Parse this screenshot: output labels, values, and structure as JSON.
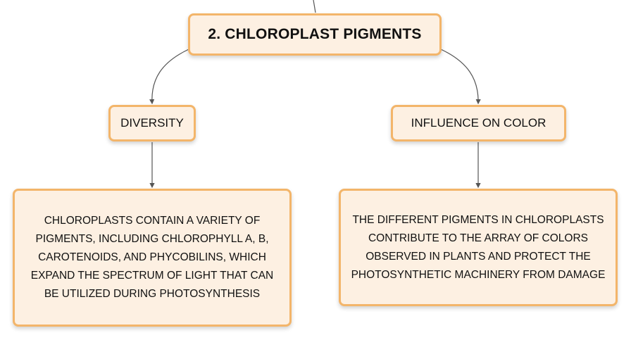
{
  "diagram": {
    "root": {
      "label": "2. CHLOROPLAST PIGMENTS"
    },
    "branches": [
      {
        "label": "DIVERSITY",
        "detail": "CHLOROPLASTS CONTAIN A VARIETY OF PIGMENTS, INCLUDING CHLOROPHYLL A, B, CAROTENOIDS, AND PHYCOBILINS, WHICH EXPAND THE SPECTRUM OF LIGHT THAT CAN BE UTILIZED DURING PHOTOSYNTHESIS"
      },
      {
        "label": "INFLUENCE ON COLOR",
        "detail": "THE DIFFERENT PIGMENTS IN CHLOROPLASTS CONTRIBUTE TO THE ARRAY OF COLORS OBSERVED IN PLANTS AND PROTECT THE PHOTOSYNTHETIC MACHINERY FROM DAMAGE"
      }
    ]
  },
  "colors": {
    "node_fill": "#fdf0e2",
    "node_border": "#f3b56a",
    "connector": "#555555"
  }
}
